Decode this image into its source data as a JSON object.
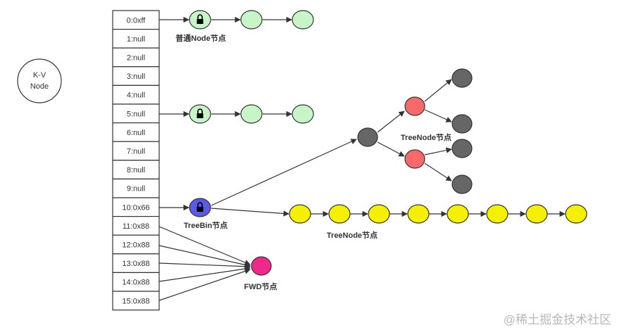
{
  "legend": {
    "line1": "K-V",
    "line2": "Node"
  },
  "table": {
    "slots": [
      "0:0xff",
      "1:null",
      "2:null",
      "3:null",
      "4:null",
      "5:null",
      "6:null",
      "7:null",
      "8:null",
      "9:null",
      "10:0x66",
      "11:0x88",
      "12:0x88",
      "13:0x88",
      "14:0x88",
      "15:0x88"
    ]
  },
  "labels": {
    "normal_node": "普通Node节点",
    "tree_bin": "TreeBin节点",
    "tree_node_upper": "TreeNode节点",
    "tree_node_lower": "TreeNode节点",
    "fwd": "FWD节点"
  },
  "watermark": "@稀土掘金技术社区",
  "colors": {
    "green_node": "#c8f5c8",
    "blue_node": "#5a5ae6",
    "gray_node": "#666666",
    "red_node": "#f86a6a",
    "yellow_node": "#f5f000",
    "pink_node": "#f0288c"
  }
}
